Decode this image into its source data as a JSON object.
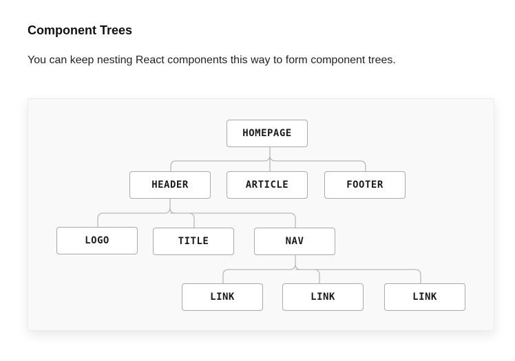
{
  "section": {
    "title": "Component Trees",
    "description": "You can keep nesting React components this way to form component trees."
  },
  "tree": {
    "root": "HOMEPAGE",
    "level1": [
      "HEADER",
      "ARTICLE",
      "FOOTER"
    ],
    "header_children": [
      "LOGO",
      "TITLE",
      "NAV"
    ],
    "nav_children": [
      "LINK",
      "LINK",
      "LINK"
    ]
  },
  "colors": {
    "node_border": "#a9a9a9",
    "connector": "#b8b8b8",
    "panel_background": "#f9f9f9"
  }
}
